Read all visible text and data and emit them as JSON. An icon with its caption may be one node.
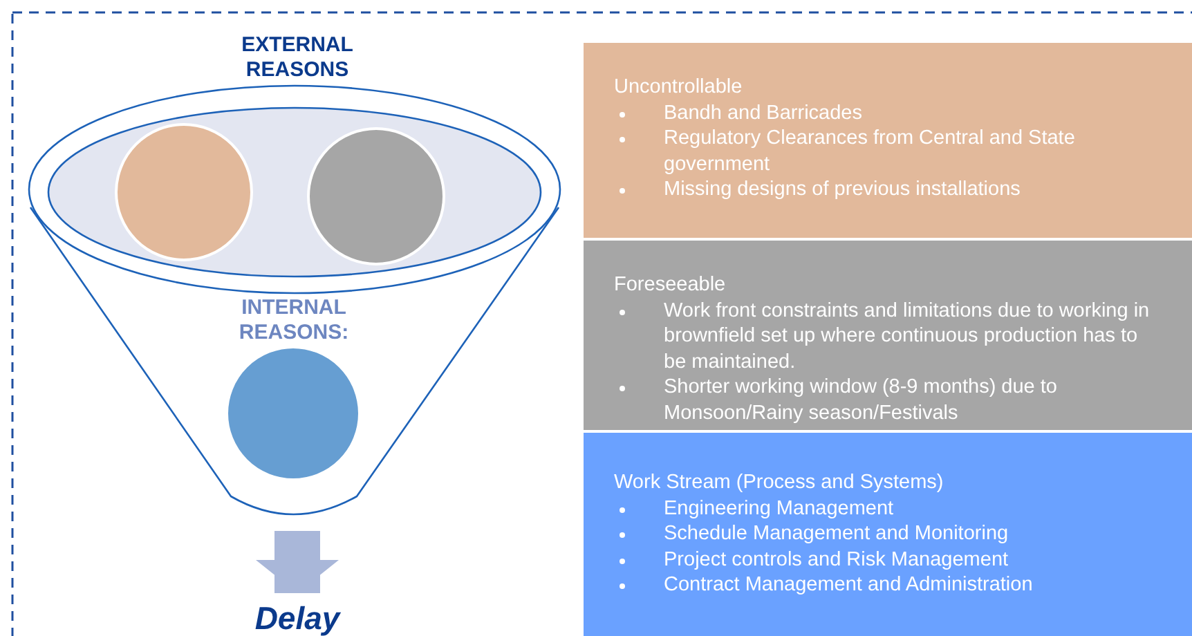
{
  "diagram": {
    "nodes": [
      {
        "text": [
          "EXTERNAL REASONS",
          "INTERNAL REASONS:"
        ]
      },
      {
        "text": [],
        "shape": "ellipse",
        "in": 0
      },
      {
        "text": [],
        "shape": "circle",
        "in": 1
      },
      {
        "text": [],
        "shape": "circle",
        "in": 1
      },
      {
        "text": [],
        "shape": "circle",
        "in": 0
      },
      {
        "text": [
          "Uncontrollable",
          "Bandh and Barricades",
          "Regulatory Clearances from Central and State government",
          "Missing designs of previous installations"
        ]
      },
      {
        "text": [
          "Foreseeable",
          "Work front constraints and limitations due to working in brownfield set up where continuous production has to be maintained.",
          "Shorter working window (8-9 months) due to Monsoon/Rainy season/Festivals"
        ]
      },
      {
        "text": [
          "Work Stream (Process and Systems)",
          "Engineering Management",
          "Schedule Management and Monitoring",
          "Project controls and Risk Management",
          "Contract Management and Administration"
        ]
      },
      {
        "text": [
          "Delay"
        ]
      }
    ],
    "edges": [
      {
        "from": 0,
        "to": 8,
        "arrow": "to"
      }
    ]
  }
}
